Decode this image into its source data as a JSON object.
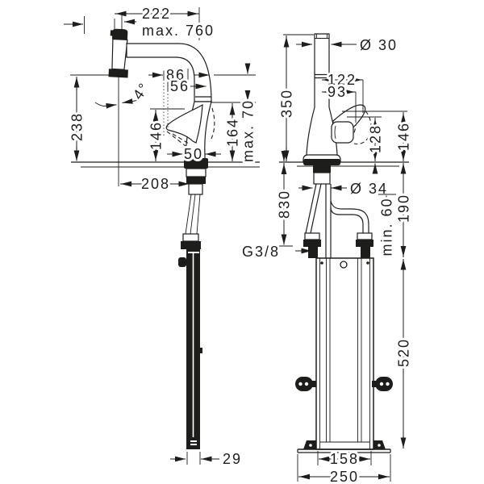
{
  "drawing": {
    "ink_color": "#1d1d1b",
    "background": "#ffffff",
    "side_view": {
      "dims": {
        "spout_reach": "222",
        "pullout_length": "max. 760",
        "outlet_height": "238",
        "swivel_angle": "4°",
        "offset_a": "86",
        "offset_b": "56",
        "height_a": "146",
        "height_b": "164",
        "height_adjust": "max. 70",
        "base_width": "50",
        "reach_below": "208",
        "rod_width": "29"
      }
    },
    "front_view": {
      "dims": {
        "spout_diameter": "Ø 30",
        "body_height": "350",
        "offset_a": "122",
        "offset_b": "93",
        "height_a": "128",
        "height_b": "146",
        "shank_diameter": "Ø 34",
        "hose_length": "830",
        "thread": "G3/8",
        "clearance": "min. 60",
        "box_offset": "190",
        "box_height": "520",
        "foot_spacing": "158",
        "base_plate_width": "250"
      }
    }
  }
}
